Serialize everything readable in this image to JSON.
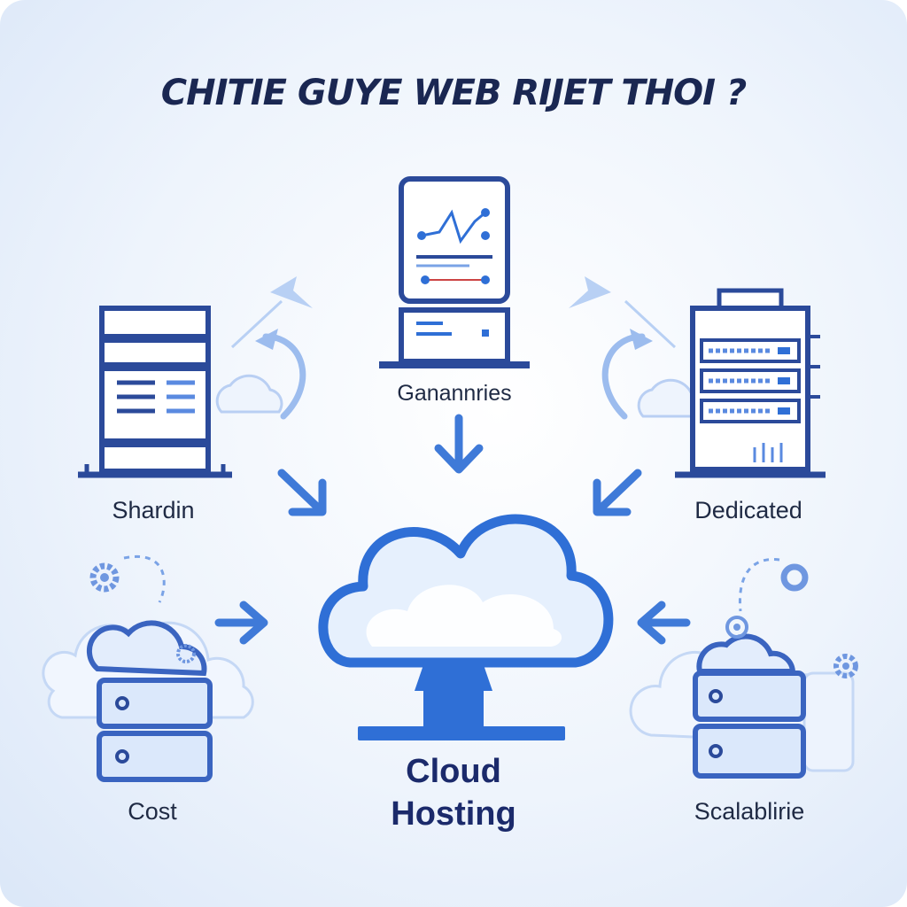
{
  "title": "CHITIE GUYE WEB RIJET THOI ?",
  "nodes": {
    "top": "Ganannries",
    "left_upper": "Shardin",
    "right_upper": "Dedicated",
    "left_lower": "Cost",
    "right_lower": "Scalablirie"
  },
  "center": {
    "line1": "Cloud",
    "line2": "Hosting"
  },
  "colors": {
    "primary": "#2f6fd6",
    "dark": "#2b4a9a",
    "navy": "#1a2752",
    "light": "#dbe8fb"
  }
}
